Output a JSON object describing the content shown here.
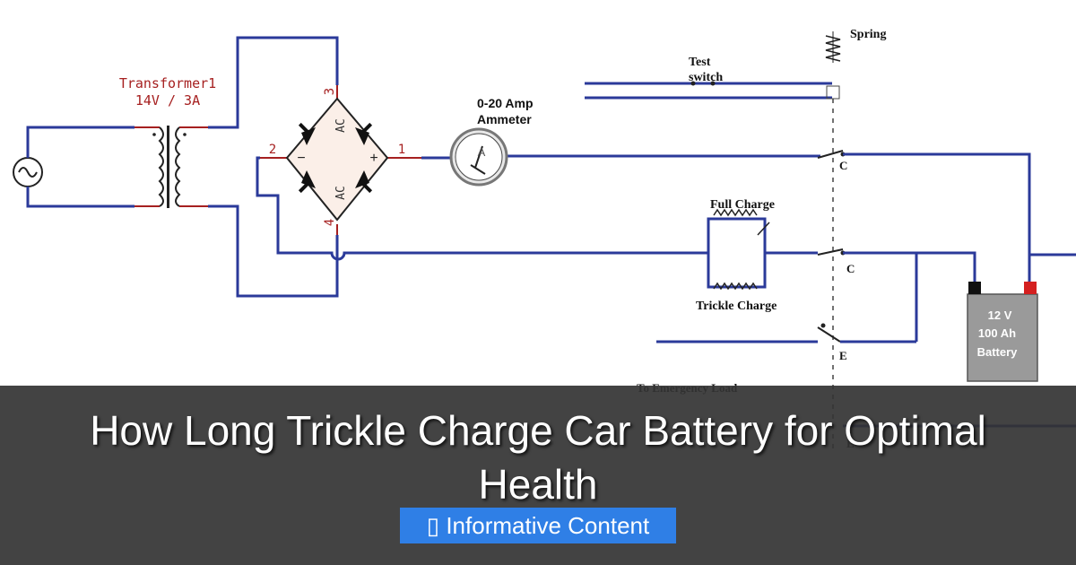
{
  "diagram": {
    "transformer_label": "Transformer1",
    "transformer_rating": "14V / 3A",
    "bridge_pin_1": "1",
    "bridge_pin_2": "2",
    "bridge_pin_3": "3",
    "bridge_pin_4": "4",
    "bridge_ac_top": "AC",
    "bridge_ac_bottom": "AC",
    "bridge_minus": "−",
    "bridge_plus": "+",
    "ammeter_label_line1": "0-20 Amp",
    "ammeter_label_line2": "Ammeter",
    "ammeter_symbol": "A",
    "test_switch_line1": "Test",
    "test_switch_line2": "switch",
    "spring_label": "Spring",
    "contact_c_upper": "C",
    "contact_c_lower": "C",
    "contact_e_upper": "E",
    "contact_e_lower": "E",
    "full_charge_label": "Full Charge",
    "trickle_charge_label": "Trickle Charge",
    "emergency_load_label": "To Emergency Load",
    "battery_voltage": "12 V",
    "battery_capacity": "100 Ah",
    "battery_label": "Battery"
  },
  "overlay": {
    "title": "How Long Trickle Charge Car Battery for Optimal Health",
    "badge_icon": "info-icon",
    "badge_icon_glyph": "▯",
    "badge_text": "Informative Content"
  },
  "colors": {
    "wire": "#2b3a9a",
    "lead": "#a62020",
    "badge": "#2f7fe6",
    "overlay": "#333333"
  }
}
